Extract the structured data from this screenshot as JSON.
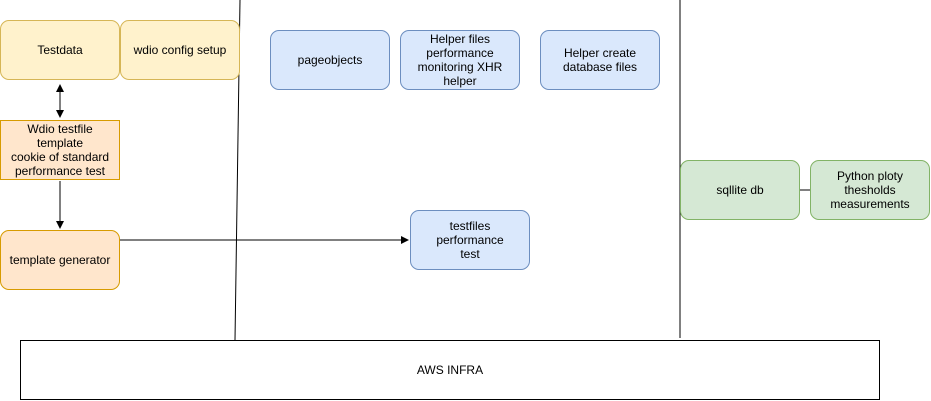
{
  "diagram": {
    "nodes": {
      "testdata": {
        "label": "Testdata",
        "fill": "#fff2cc",
        "stroke": "#d6b656"
      },
      "wdio_config": {
        "label": "wdio config setup",
        "fill": "#fff2cc",
        "stroke": "#d6b656"
      },
      "testfile_template": {
        "label": "Wdio testfile template\ncookie of standard\nperformance test",
        "fill": "#ffe6cc",
        "stroke": "#d79b00"
      },
      "template_generator": {
        "label": "template generator",
        "fill": "#ffe6cc",
        "stroke": "#d79b00"
      },
      "pageobjects": {
        "label": "pageobjects",
        "fill": "#dae8fc",
        "stroke": "#6c8ebf"
      },
      "helper_xhr": {
        "label": "Helper files\nperformance\nmonitoring XHR\nhelper",
        "fill": "#dae8fc",
        "stroke": "#6c8ebf"
      },
      "helper_db": {
        "label": "Helper create\ndatabase files",
        "fill": "#dae8fc",
        "stroke": "#6c8ebf"
      },
      "testfiles_perf": {
        "label": "testfiles performance\ntest",
        "fill": "#dae8fc",
        "stroke": "#6c8ebf"
      },
      "sqlite_db": {
        "label": "sqllite db",
        "fill": "#d5e8d4",
        "stroke": "#82b366"
      },
      "python_ploty": {
        "label": "Python ploty\nthesholds\nmeasurements",
        "fill": "#d5e8d4",
        "stroke": "#82b366"
      },
      "aws_infra": {
        "label": "AWS INFRA",
        "fill": "#ffffff",
        "stroke": "#000000"
      }
    },
    "edges": [
      {
        "from": "testdata",
        "to": "testfile_template",
        "arrow": "both"
      },
      {
        "from": "testfile_template",
        "to": "template_generator",
        "arrow": "end"
      },
      {
        "from": "template_generator",
        "to": "testfiles_perf",
        "arrow": "end"
      },
      {
        "from": "sqlite_db",
        "to": "python_ploty",
        "arrow": "none"
      }
    ]
  }
}
